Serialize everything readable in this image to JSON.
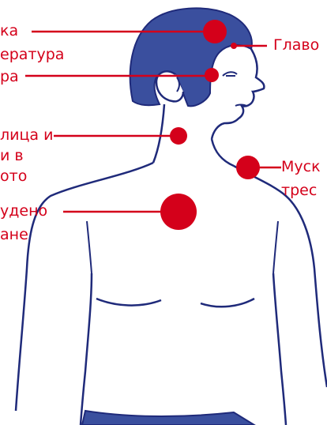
{
  "colors": {
    "accent_red": "#d4001a",
    "body_outline": "#1f2a7a",
    "hair_fill": "#3a4f9e",
    "shorts_fill": "#3a4f9e",
    "background": "#ffffff"
  },
  "labels": {
    "l1": "ка",
    "l2": "ература",
    "l3": "ра",
    "l4": "Главо",
    "l5": "лица и",
    "l6": "и в",
    "l7": "ото",
    "l8": "Муск",
    "l9": "трес",
    "l10": "удено",
    "l11": "ане"
  }
}
